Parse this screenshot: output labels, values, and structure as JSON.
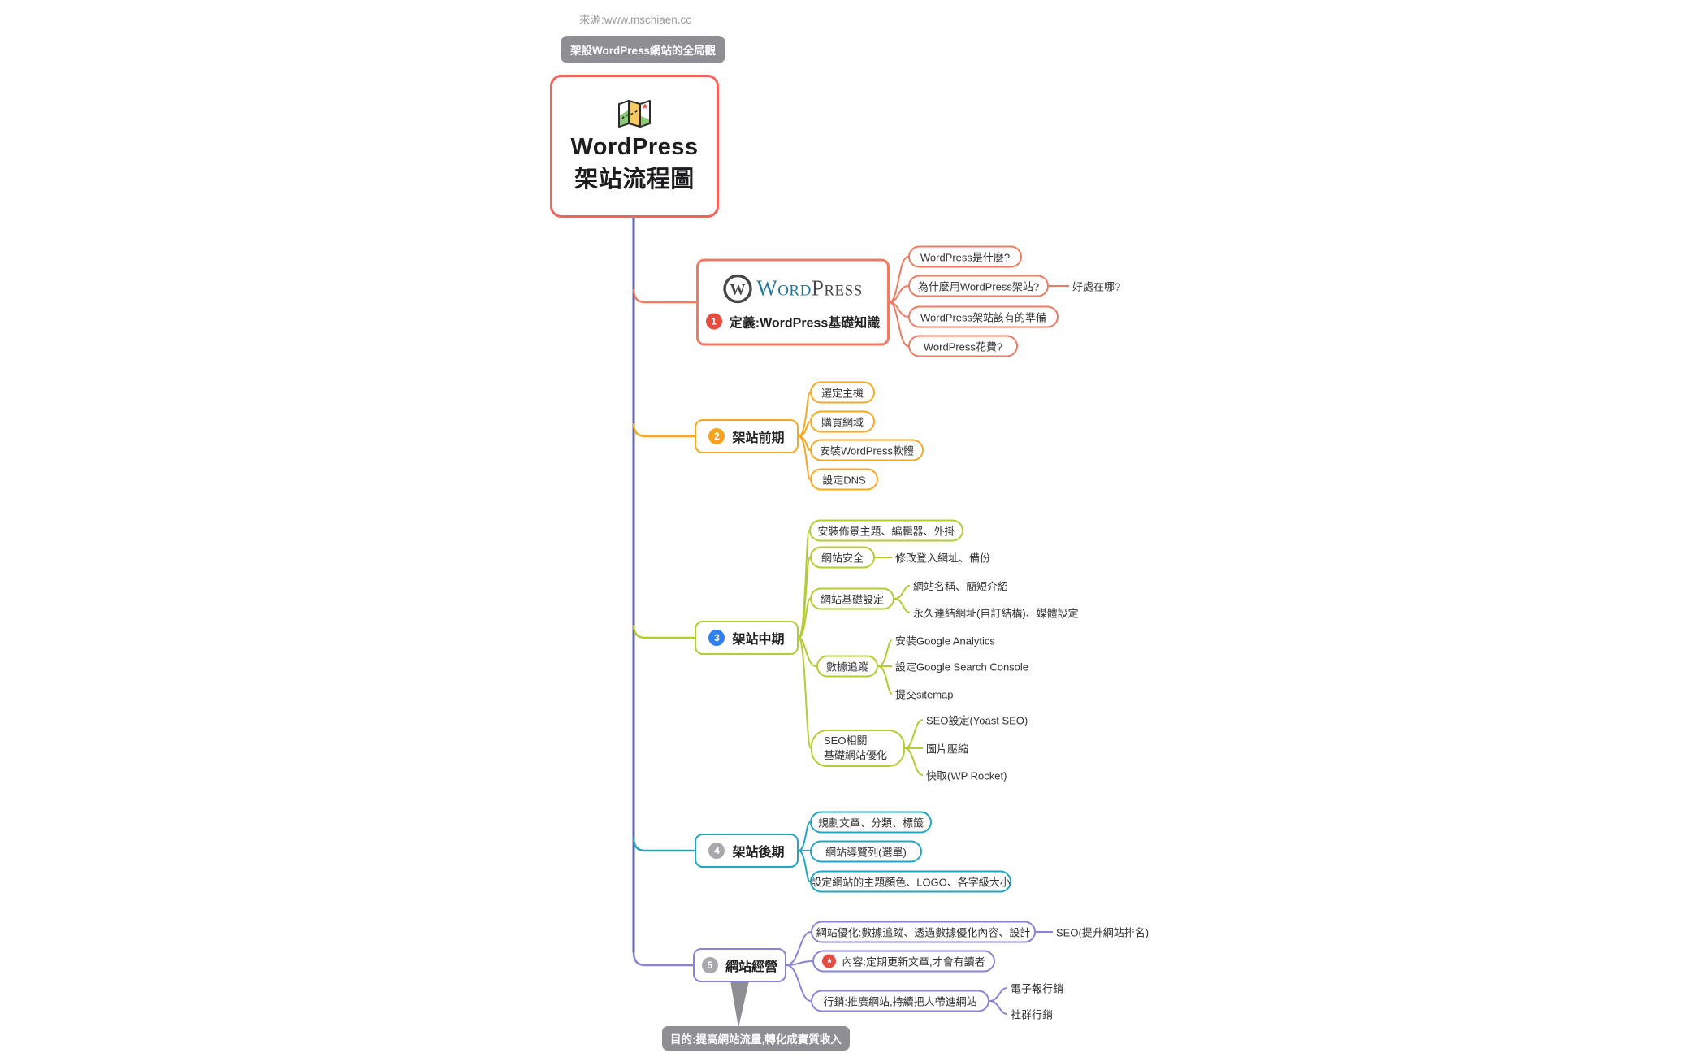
{
  "meta": {
    "source_label": "來源:www.mschiaen.cc",
    "header_badge": "架設WordPress網站的全局觀",
    "footer_callout": "目的:提高網站流量,轉化成實質收入"
  },
  "root": {
    "icon": "map-icon",
    "title_line1": "WordPress",
    "title_line2": "架站流程圖"
  },
  "wordpress_logo": {
    "mark": "W",
    "word": "Word",
    "press": "Press"
  },
  "icons": {
    "star": "★"
  },
  "colors": {
    "root_border": "#f2635c",
    "branch1": "#ef7b63",
    "branch2": "#f7a823",
    "branch3": "#b5cb34",
    "branch4": "#22a6c3",
    "branch5": "#8984d8",
    "trunk": "#6065ab",
    "gray_badge": "#8e8e93",
    "badge1": "#e54b40",
    "badge2": "#f6a41f",
    "badge3": "#2f80f2",
    "badge4": "#a8a8ad",
    "badge5": "#a8a8ad",
    "star_badge": "#e54b40",
    "logo_word_color": "#21759b",
    "logo_press_color": "#47484b"
  },
  "branches": [
    {
      "number": "1",
      "label": "定義:WordPress基礎知識",
      "children": [
        {
          "label": "WordPress是什麼?"
        },
        {
          "label": "為什麼用WordPress架站?",
          "children": [
            {
              "label": "好處在哪?"
            }
          ]
        },
        {
          "label": "WordPress架站該有的準備"
        },
        {
          "label": "WordPress花費?"
        }
      ]
    },
    {
      "number": "2",
      "label": "架站前期",
      "children": [
        {
          "label": "選定主機"
        },
        {
          "label": "購買網域"
        },
        {
          "label": "安裝WordPress軟體"
        },
        {
          "label": "設定DNS"
        }
      ]
    },
    {
      "number": "3",
      "label": "架站中期",
      "children": [
        {
          "label": "安裝佈景主題、編輯器、外掛"
        },
        {
          "label": "網站安全",
          "children": [
            {
              "label": "修改登入網址、備份"
            }
          ]
        },
        {
          "label": "網站基礎設定",
          "children": [
            {
              "label": "網站名稱、簡短介紹"
            },
            {
              "label": "永久連結網址(自訂結構)、媒體設定"
            }
          ]
        },
        {
          "label": "數據追蹤",
          "children": [
            {
              "label": "安裝Google Analytics"
            },
            {
              "label": "設定Google Search Console"
            },
            {
              "label": "提交sitemap"
            }
          ]
        },
        {
          "label": "SEO相關",
          "label2": "基礎網站優化",
          "children": [
            {
              "label": "SEO設定(Yoast SEO)"
            },
            {
              "label": "圖片壓縮"
            },
            {
              "label": "快取(WP Rocket)"
            }
          ]
        }
      ]
    },
    {
      "number": "4",
      "label": "架站後期",
      "children": [
        {
          "label": "規劃文章、分類、標籤"
        },
        {
          "label": "網站導覽列(選單)"
        },
        {
          "label": "設定網站的主題顏色、LOGO、各字級大小"
        }
      ]
    },
    {
      "number": "5",
      "label": "網站經營",
      "children": [
        {
          "label": "網站優化:數據追蹤、透過數據優化內容、設計",
          "children": [
            {
              "label": "SEO(提升網站排名)"
            }
          ]
        },
        {
          "label": "內容:定期更新文章,才會有讀者"
        },
        {
          "label": "行銷:推廣網站,持續把人帶進網站",
          "children": [
            {
              "label": "電子報行銷"
            },
            {
              "label": "社群行銷"
            }
          ]
        }
      ]
    }
  ]
}
